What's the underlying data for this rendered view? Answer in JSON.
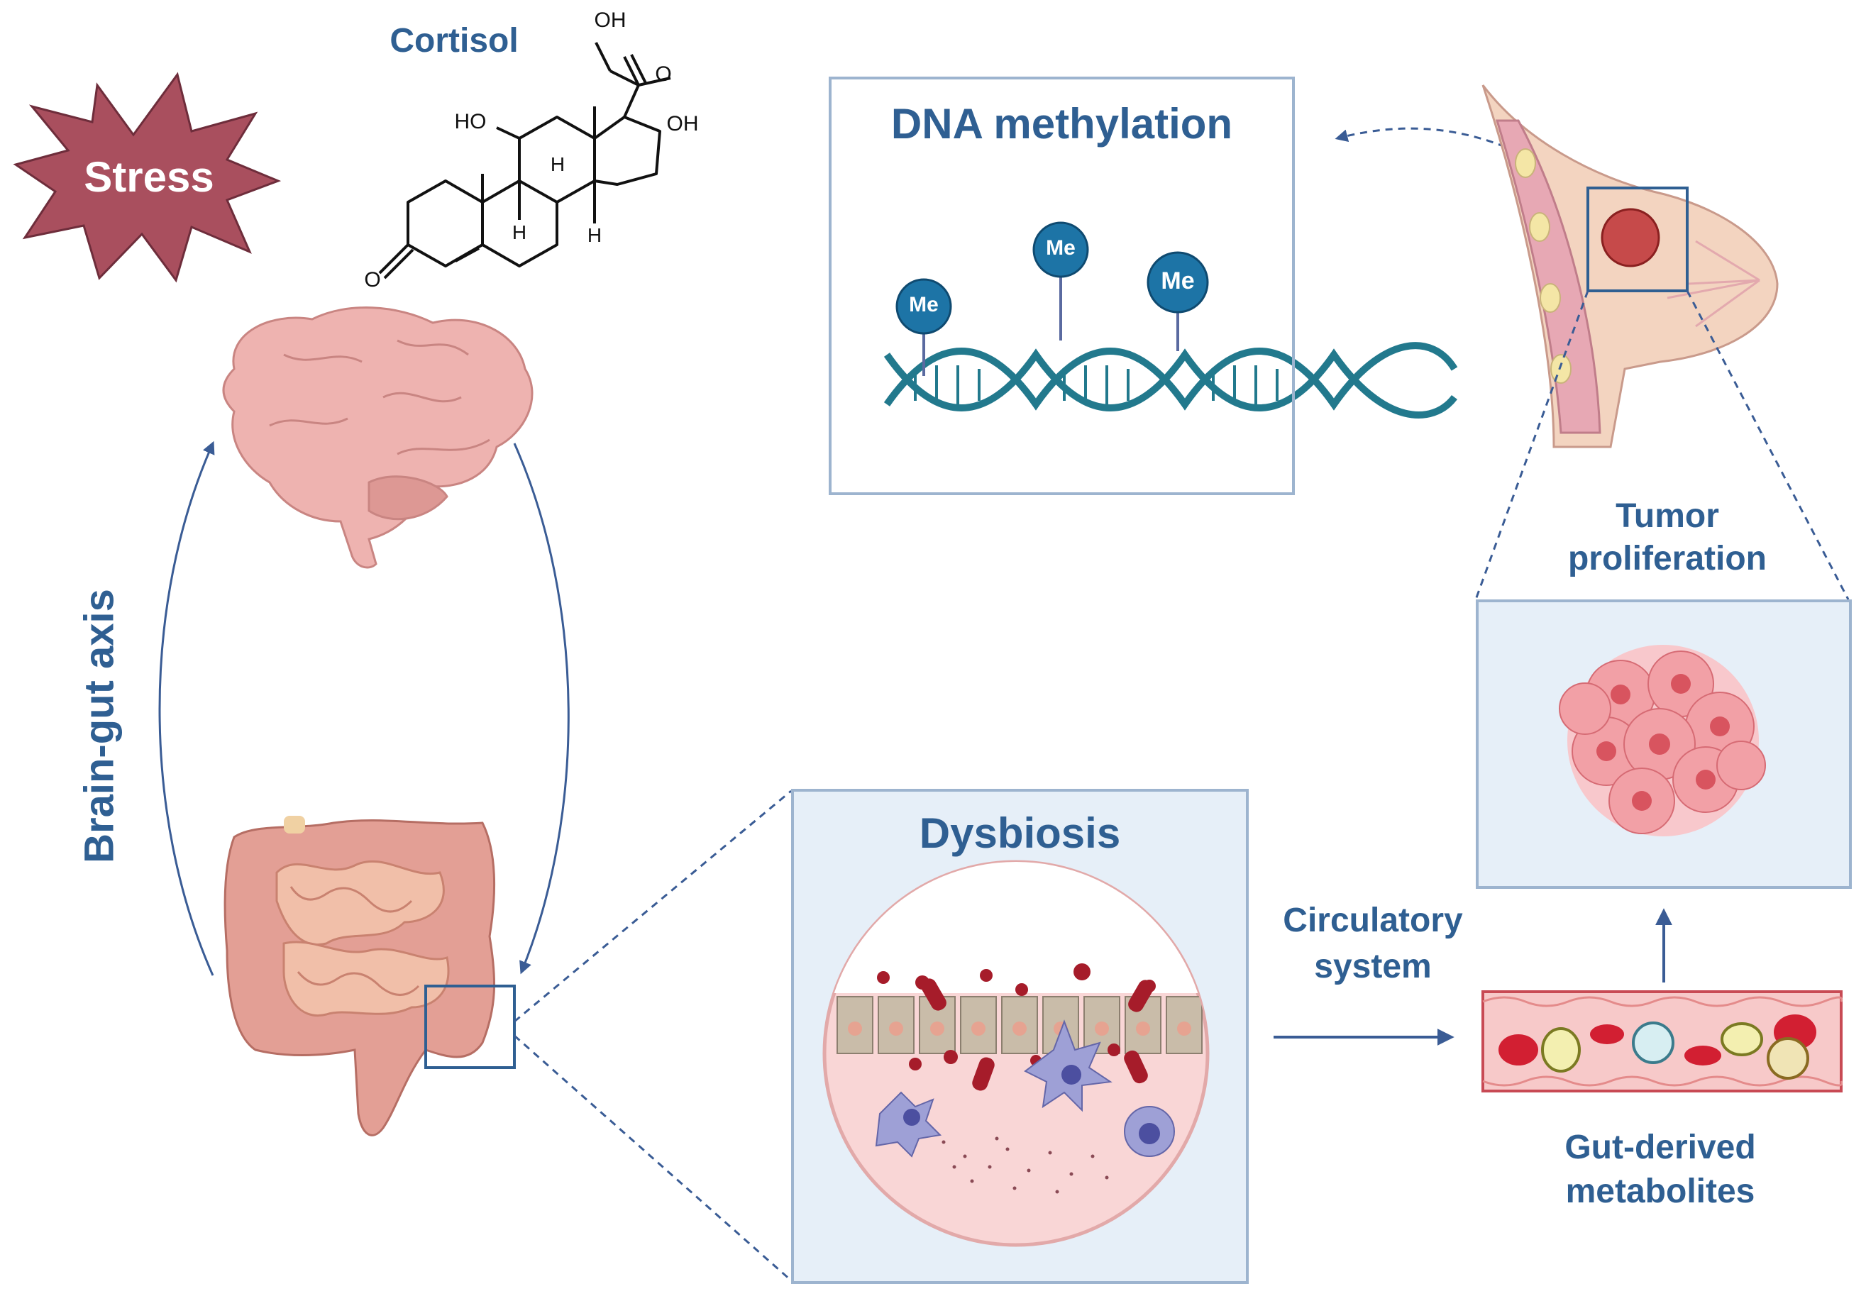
{
  "labels": {
    "stress": "Stress",
    "cortisol": "Cortisol",
    "dna_methylation": "DNA methylation",
    "me": "Me",
    "brain_gut_axis": "Brain-gut axis",
    "dysbiosis": "Dysbiosis",
    "circulatory_line1": "Circulatory",
    "circulatory_line2": "system",
    "tumor_line1": "Tumor",
    "tumor_line2": "proliferation",
    "gut_derived_line1": "Gut-derived",
    "gut_derived_line2": "metabolites"
  },
  "molecule": {
    "oh_top": "OH",
    "o_ketone": "O",
    "ho_left": "HO",
    "oh_right": "OH",
    "h1": "H",
    "h2": "H",
    "h3": "H",
    "o_bottom": "O"
  },
  "colors": {
    "accent": "#2f5f92",
    "stress_star": "#a94f5e",
    "panel_bg": "#e6eff8",
    "panel_border": "#9db4cf",
    "methyl": "#1d74a6",
    "dna": "#22798d",
    "organ_pink": "#e7a49a",
    "tumor": "#c64a4a"
  }
}
